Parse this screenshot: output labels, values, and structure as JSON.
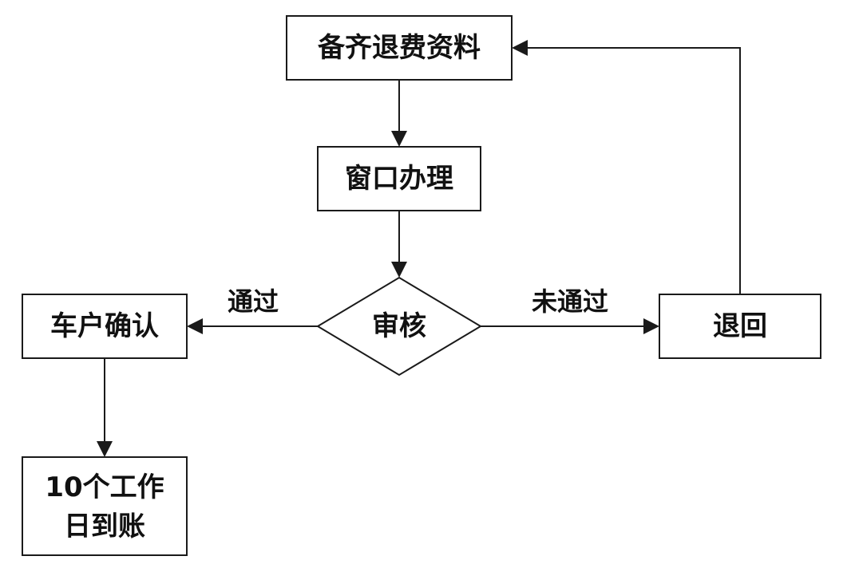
{
  "nodes": {
    "prepare_docs": "备齐退费资料",
    "window_process": "窗口办理",
    "review": "审核",
    "owner_confirm": "车户确认",
    "arrival_line1": "10个工作",
    "arrival_line2": "日到账",
    "return": "退回"
  },
  "edges": {
    "pass_label": "通过",
    "fail_label": "未通过"
  }
}
